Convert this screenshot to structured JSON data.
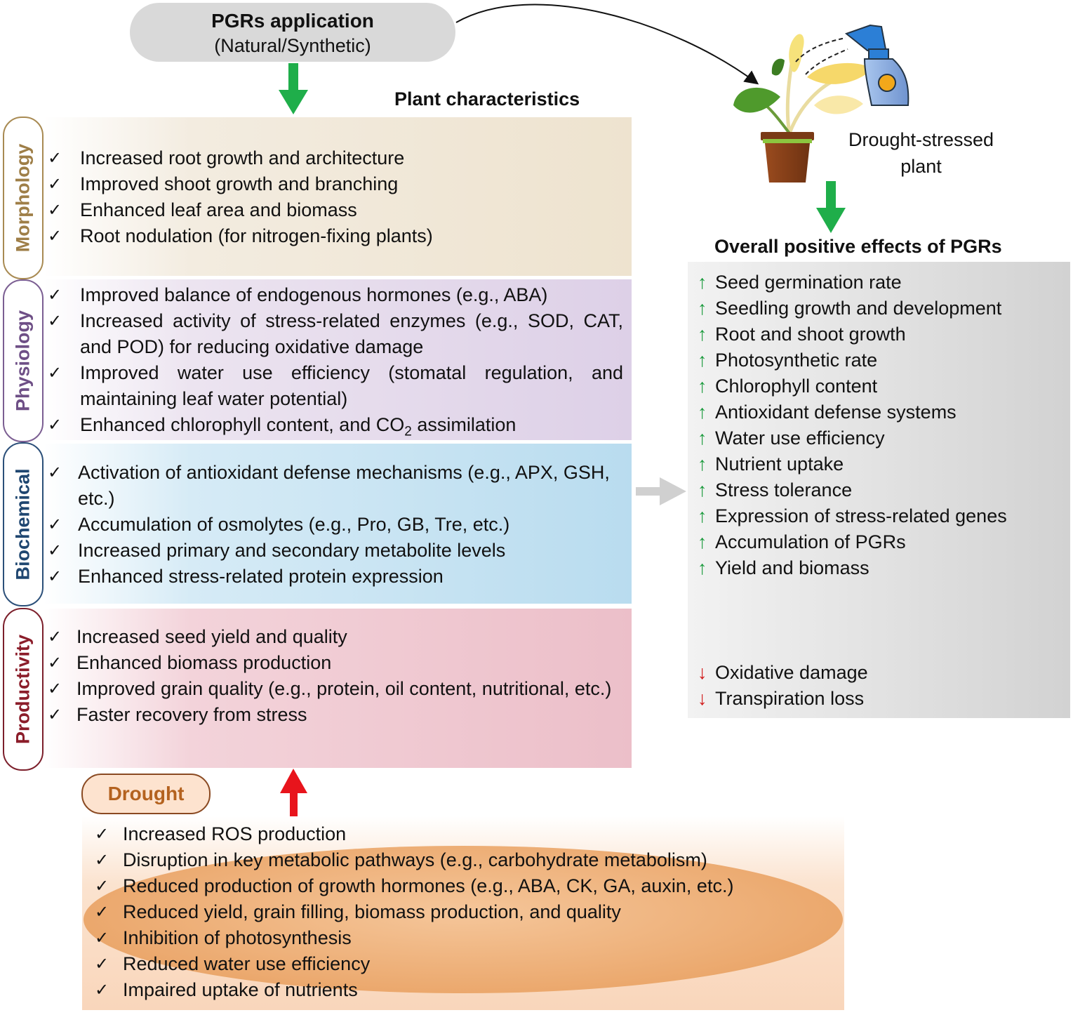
{
  "pgr_application": {
    "title": "PGRs application",
    "subtitle": "(Natural/Synthetic)"
  },
  "plant_characteristics_title": "Plant characteristics",
  "check_symbol": "✓",
  "morphology": {
    "label": "Morphology",
    "color": "#9e7e47",
    "items": [
      "Increased root growth and architecture",
      "Improved shoot growth and branching",
      "Enhanced leaf area and biomass",
      "Root nodulation (for nitrogen-fixing plants)"
    ]
  },
  "physiology": {
    "label": "Physiology",
    "color": "#6e4f86",
    "items": [
      "Improved balance of endogenous hormones (e.g., ABA)",
      "Increased activity of stress-related enzymes (e.g., SOD, CAT, and POD) for reducing oxidative damage",
      "Improved water use efficiency (stomatal regulation, and maintaining leaf water potential)",
      "Enhanced chlorophyll content, and CO",
      "2",
      " assimilation"
    ]
  },
  "biochemical": {
    "label": "Biochemical",
    "color": "#1f4670",
    "items": [
      "Activation of antioxidant defense mechanisms (e.g., APX, GSH, etc.)",
      "Accumulation of osmolytes (e.g., Pro, GB, Tre, etc.)",
      "Increased primary and secondary metabolite levels",
      "Enhanced stress-related protein expression"
    ]
  },
  "productivity": {
    "label": "Productivity",
    "color": "#8b1d2a",
    "items": [
      "Increased seed yield and quality",
      "Enhanced biomass production",
      "Improved grain quality (e.g., protein, oil content, nutritional, etc.)",
      "Faster recovery from stress"
    ]
  },
  "plant": {
    "label_line1": "Drought-stressed",
    "label_line2": "plant"
  },
  "effects": {
    "title": "Overall positive effects of PGRs",
    "up_symbol": "↑",
    "down_symbol": "↓",
    "up_color": "#1a9a3c",
    "down_color": "#d11a1a",
    "increases": [
      "Seed germination rate",
      "Seedling growth and development",
      "Root and shoot growth",
      "Photosynthetic rate",
      "Chlorophyll content",
      "Antioxidant defense systems",
      "Water use efficiency",
      "Nutrient uptake",
      "Stress tolerance",
      "Expression of stress-related genes",
      "Accumulation of PGRs",
      "Yield and biomass"
    ],
    "decreases": [
      "Oxidative damage",
      "Transpiration loss"
    ]
  },
  "drought": {
    "label": "Drought",
    "items": [
      "Increased ROS production",
      "Disruption in key metabolic pathways (e.g., carbohydrate metabolism)",
      "Reduced production of growth hormones (e.g., ABA, CK, GA, auxin, etc.)",
      "Reduced yield, grain filling, biomass production, and quality",
      "Inhibition of photosynthesis",
      "Reduced water use efficiency",
      "Impaired uptake of nutrients"
    ]
  },
  "icons": {
    "arrow_down": "green-arrow-down-icon",
    "arrow_up": "red-arrow-up-icon",
    "arrow_right": "gray-arrow-right-icon",
    "plant": "potted-plant-icon",
    "sprayer": "spray-bottle-icon"
  }
}
